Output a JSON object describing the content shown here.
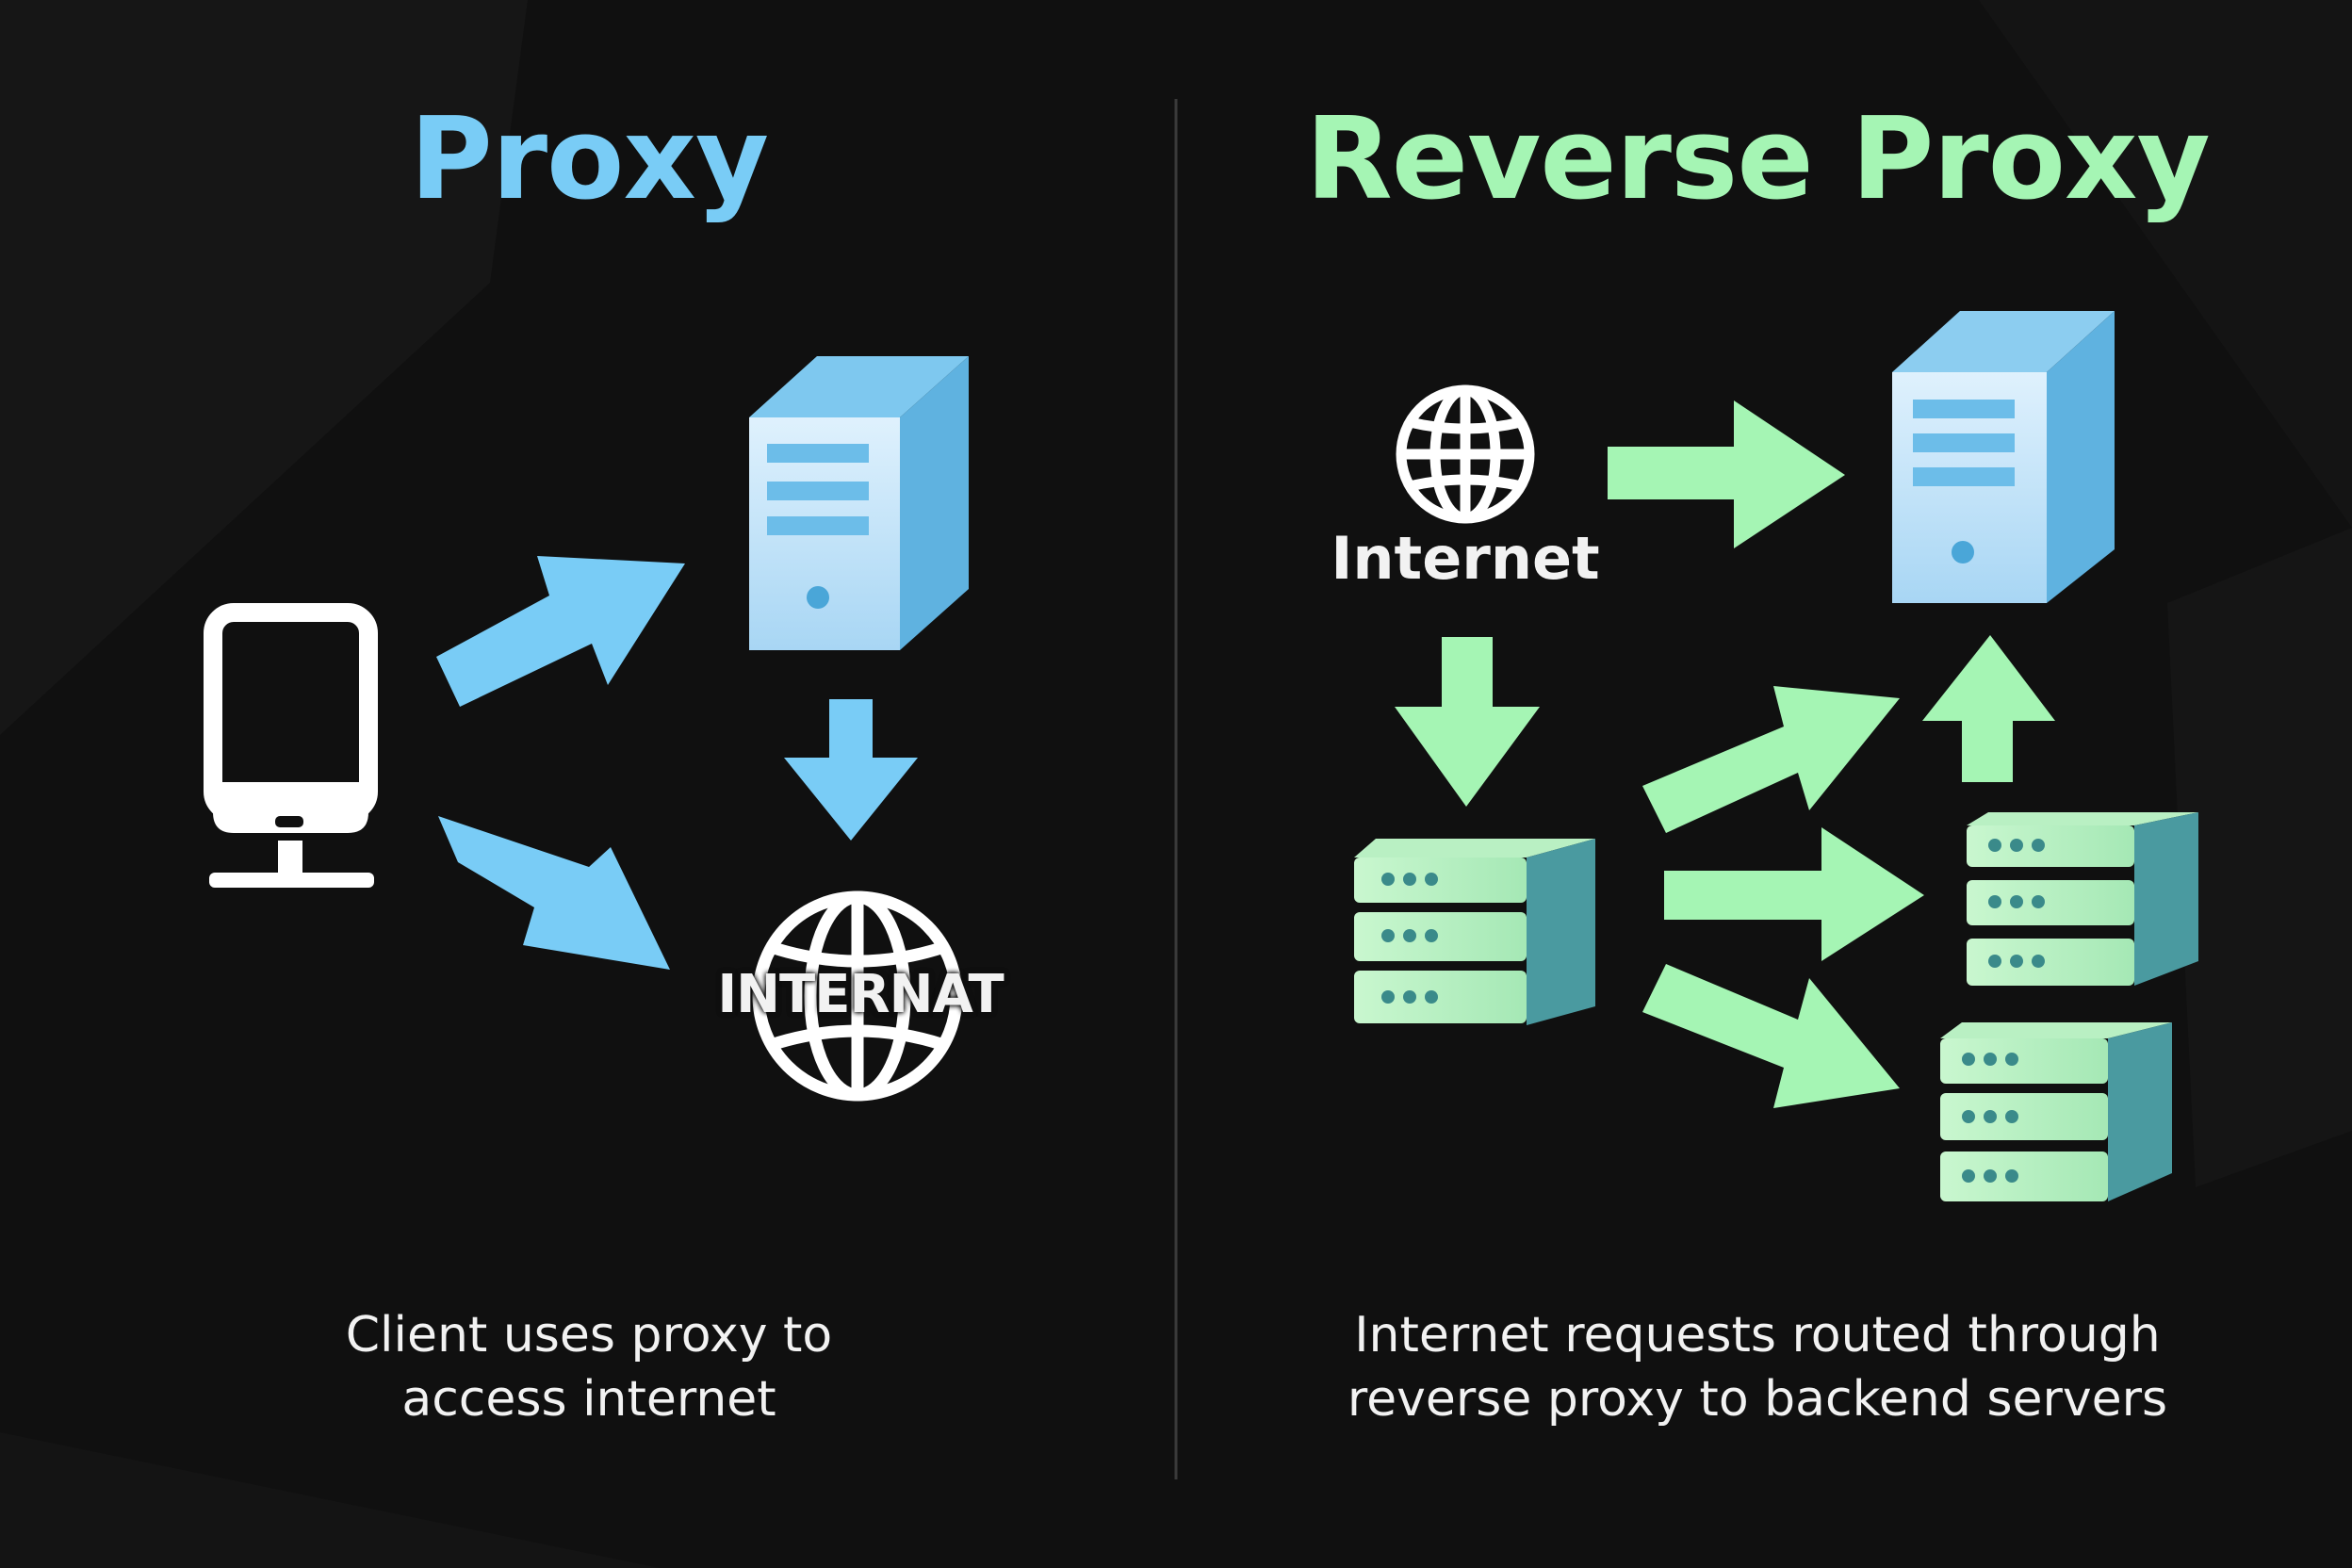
{
  "left_panel": {
    "title": "Proxy",
    "caption_line1": "Client uses proxy to",
    "caption_line2": "access internet",
    "globe_label": "INTERNAT",
    "accent_color": "#79ccf6",
    "icons": [
      "monitor-icon",
      "proxy-server-icon",
      "globe-icon"
    ]
  },
  "right_panel": {
    "title": "Reverse Proxy",
    "caption_line1": "Internet requests routed through",
    "caption_line2": "reverse proxy to backend servers",
    "globe_label": "Internet",
    "accent_color": "#a5f5b4",
    "icons": [
      "globe-icon",
      "reverse-proxy-server-icon",
      "server-rack-icon"
    ]
  },
  "colors": {
    "background": "#0f0f0f",
    "divider": "#3a3a3a",
    "text": "#f2f2f2"
  }
}
